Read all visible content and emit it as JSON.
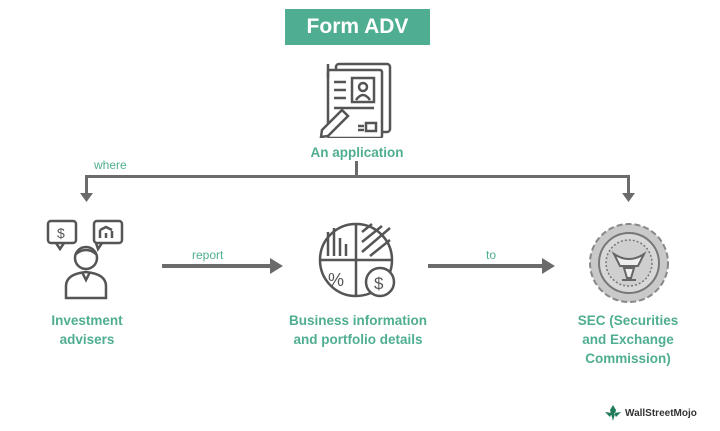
{
  "title": "Form ADV",
  "nodes": {
    "application": "An application",
    "advisers_line1": "Investment",
    "advisers_line2": "advisers",
    "business_line1": "Business information",
    "business_line2": "and portfolio details",
    "sec_line1": "SEC (Securities",
    "sec_line2": "and Exchange",
    "sec_line3": "Commission)"
  },
  "edges": {
    "where": "where",
    "report": "report",
    "to": "to"
  },
  "logo": {
    "text": "WallStreetMojo"
  },
  "colors": {
    "accent": "#4fae91",
    "line": "#6b6b6b",
    "icon": "#555555"
  }
}
